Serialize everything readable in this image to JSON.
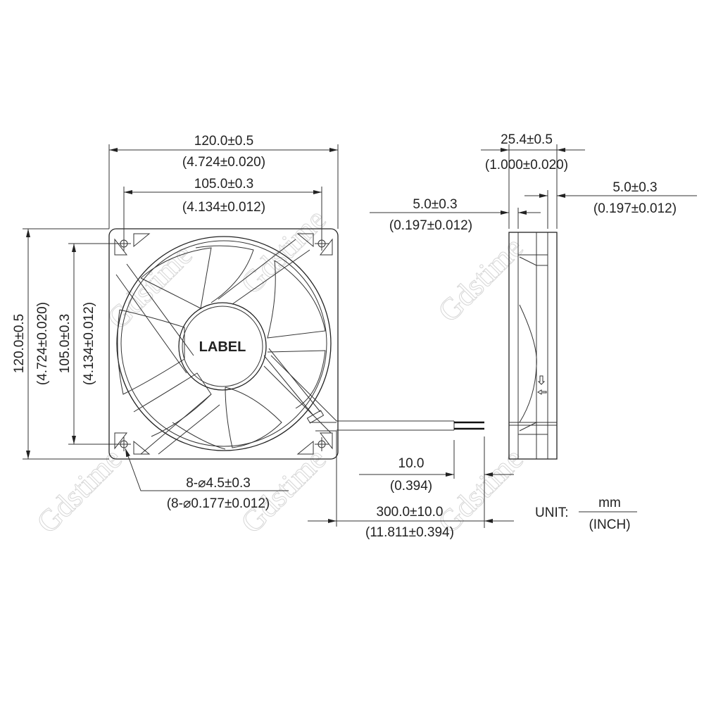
{
  "front_view": {
    "label": "LABEL",
    "width_overall": {
      "mm": "120.0±0.5",
      "inch": "(4.724±0.020)"
    },
    "width_holes": {
      "mm": "105.0±0.3",
      "inch": "(4.134±0.012)"
    },
    "height_overall": {
      "mm": "120.0±0.5",
      "inch": "(4.724±0.020)"
    },
    "height_holes": {
      "mm": "105.0±0.3",
      "inch": "(4.134±0.012)"
    },
    "holes": {
      "mm": "8-⌀4.5±0.3",
      "inch": "(8-⌀0.177±0.012)"
    }
  },
  "side_view": {
    "depth": {
      "mm": "25.4±0.5",
      "inch": "(1.000±0.020)"
    },
    "flange_right": {
      "mm": "5.0±0.3",
      "inch": "(0.197±0.012)"
    },
    "flange_left": {
      "mm": "5.0±0.3",
      "inch": "(0.197±0.012)"
    }
  },
  "lead_wire": {
    "strip_length": {
      "mm": "10.0",
      "inch": "(0.394)"
    },
    "length": {
      "mm": "300.0±10.0",
      "inch": "(11.811±0.394)"
    }
  },
  "unit": {
    "label": "UNIT:",
    "primary": "mm",
    "secondary": "(INCH)"
  },
  "watermark": "Gdstime"
}
